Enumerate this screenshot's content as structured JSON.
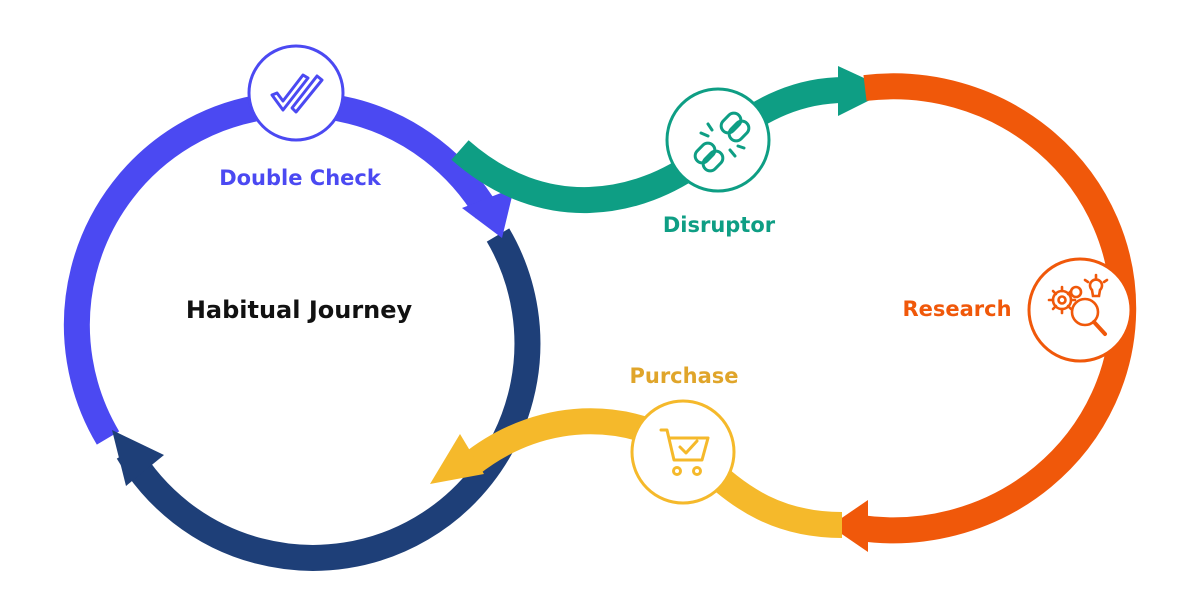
{
  "center_title": "Habitual Journey",
  "stages": {
    "double_check": {
      "label": "Double Check",
      "color": "#4B49F2",
      "icon": "double-checkmark-icon"
    },
    "disruptor": {
      "label": "Disruptor",
      "color": "#0E9E84",
      "icon": "broken-chain-icon"
    },
    "research": {
      "label": "Research",
      "color": "#F0580A",
      "icon": "gears-magnifier-icon"
    },
    "purchase": {
      "label": "Purchase",
      "color": "#F5B92B",
      "icon": "shopping-cart-check-icon"
    }
  },
  "loop_dark_color": "#1E3F78"
}
